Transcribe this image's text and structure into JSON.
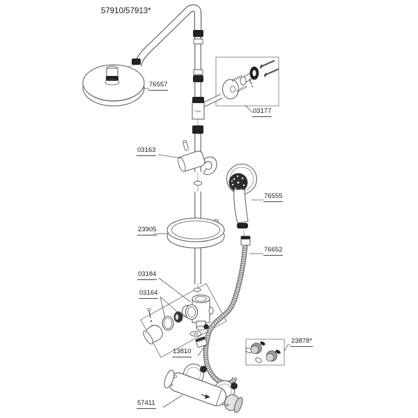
{
  "diagram": {
    "product_code": "57910/57913*",
    "parts": {
      "overhead_shower": "76557",
      "wall_mount": "03177",
      "slider_bracket": "03163",
      "hand_shower": "76555",
      "soap_dish": "23905",
      "shower_hose": "76652",
      "diverter_assembly": "03184",
      "diverter_parts": "03164",
      "hose_connector": "13810",
      "check_valves": "23878*",
      "thermostat_mixer": "57411"
    },
    "colors": {
      "line": "#555555",
      "dark_part": "#222222",
      "hose": "#777777"
    }
  }
}
